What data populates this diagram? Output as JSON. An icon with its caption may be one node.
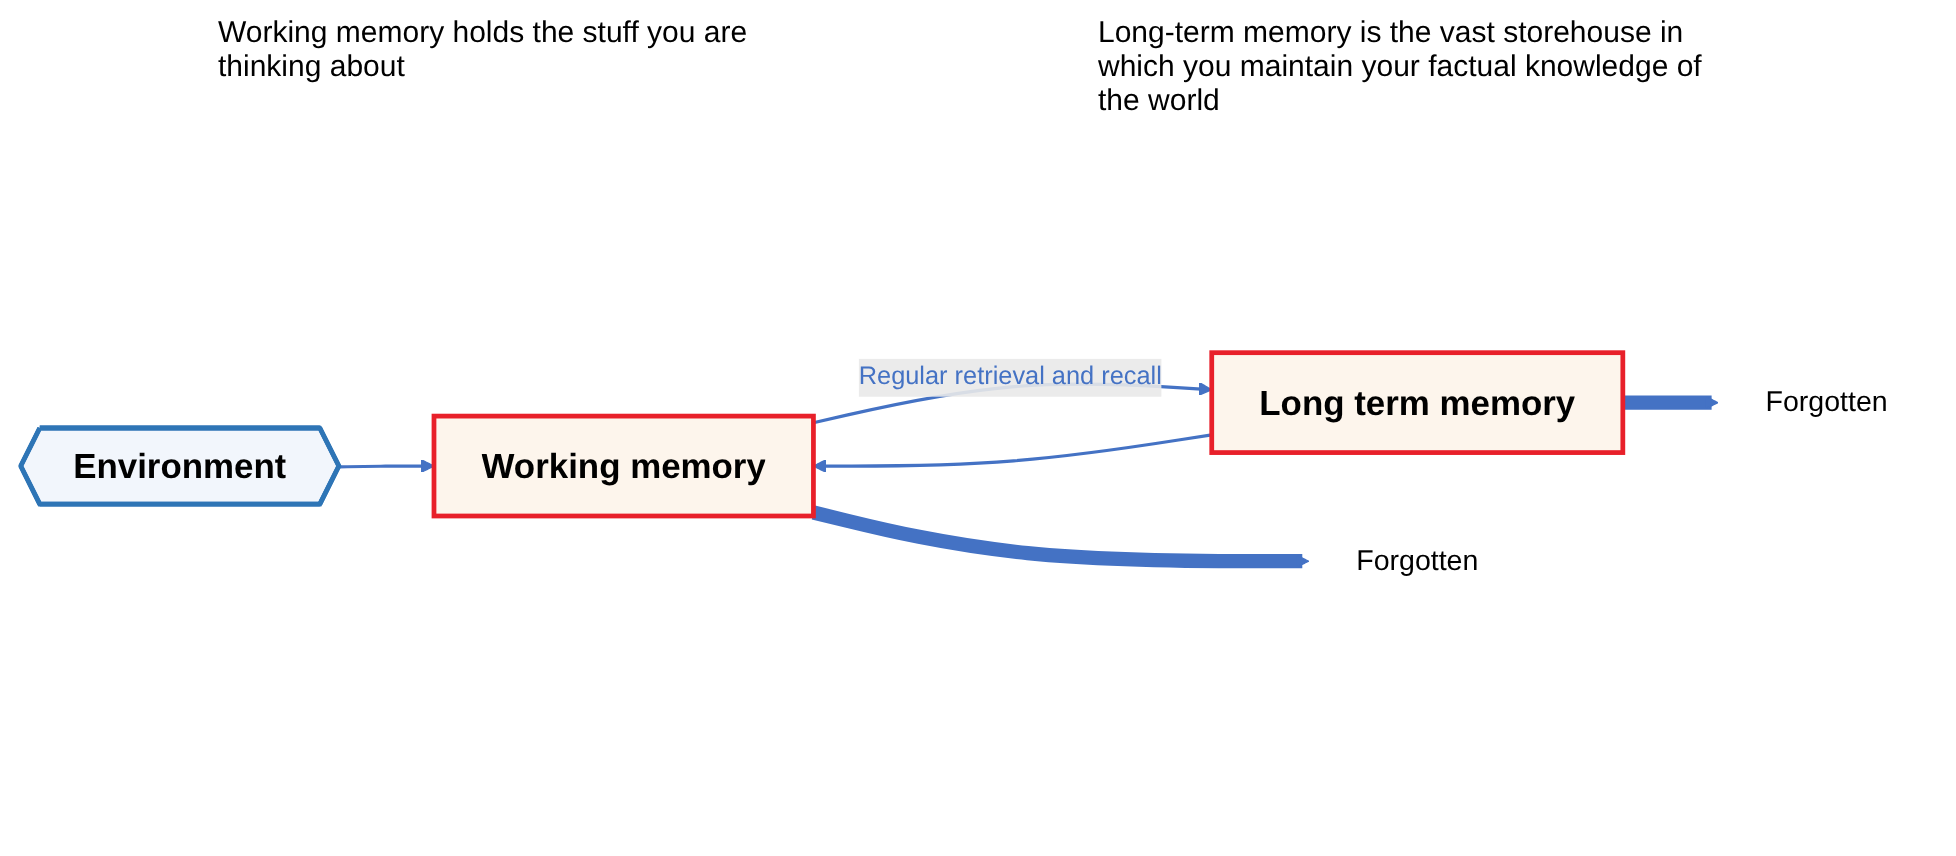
{
  "diagram": {
    "nodes": [
      {
        "text": [
          "Environment"
        ]
      },
      {
        "text": [
          "Working memory"
        ]
      },
      {
        "text": [
          "Long term memory"
        ]
      },
      {
        "text": [
          "Forgotten"
        ]
      },
      {
        "text": [
          "Forgotten"
        ]
      }
    ],
    "edges": [
      {
        "from": 0,
        "to": 1,
        "arrow": "to"
      },
      {
        "from": 1,
        "to": 2,
        "arrow": "to",
        "label": "Regular retrieval and recall"
      },
      {
        "from": 2,
        "to": 1,
        "arrow": "to"
      },
      {
        "from": 1,
        "to": 3,
        "arrow": "to",
        "style": "thick"
      },
      {
        "from": 2,
        "to": 4,
        "arrow": "to",
        "style": "thick"
      }
    ],
    "labels": [
      "Working memory holds the stuff you are thinking about",
      "Long-term memory is the vast storehouse in which you maintain your factual knowledge of the world"
    ]
  }
}
